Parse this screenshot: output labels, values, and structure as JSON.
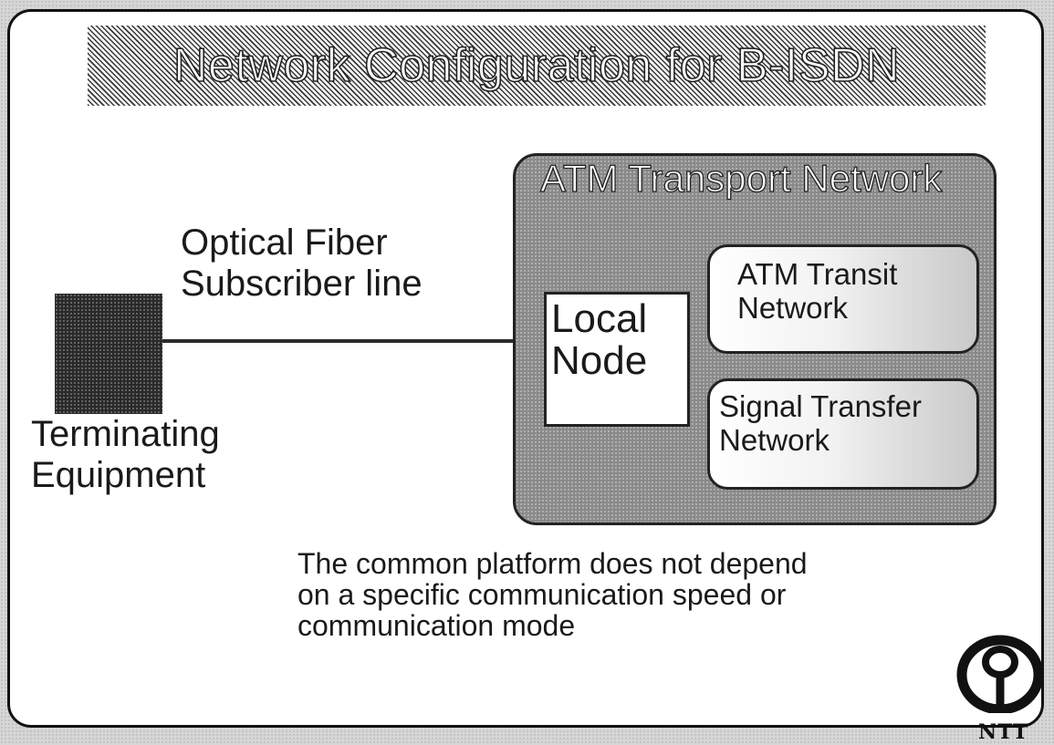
{
  "title": "Network Configuration for B-ISDN",
  "terminal": {
    "label_line1": "Terminating",
    "label_line2": "Equipment"
  },
  "subscriber_line": {
    "label_line1": "Optical Fiber",
    "label_line2": "Subscriber line"
  },
  "atm_transport_network": {
    "title": "ATM Transport Network",
    "local_node": {
      "line1": "Local",
      "line2": "Node"
    },
    "transit_network": {
      "line1": "ATM Transit",
      "line2": "Network"
    },
    "signal_transfer_network": {
      "line1": "Signal Transfer",
      "line2": "Network"
    }
  },
  "caption": {
    "line1": "The common platform does not depend",
    "line2": "on a specific communication speed or",
    "line3": "communication mode"
  },
  "logo": {
    "text": "NTT",
    "icon": "ntt-logo-icon"
  }
}
